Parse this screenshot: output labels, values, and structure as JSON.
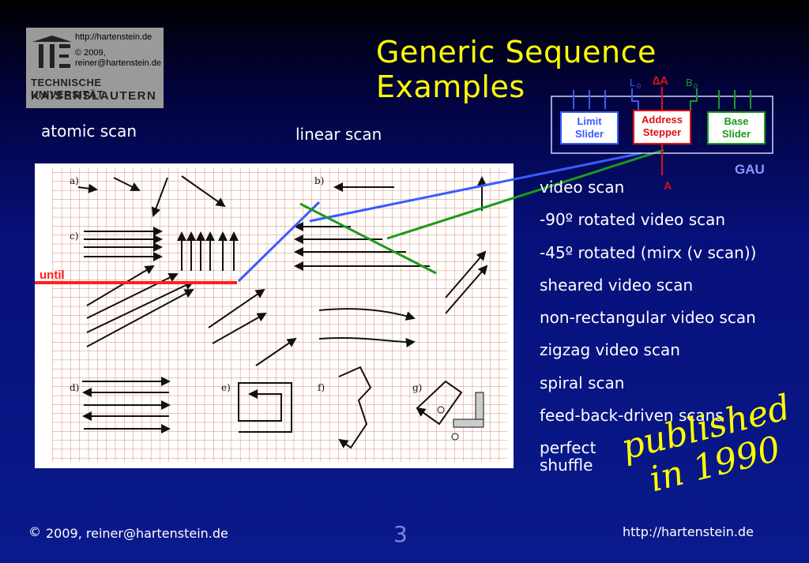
{
  "logo": {
    "url": "http://hartenstein.de",
    "copyright": "© 2009,",
    "email": "reiner@hartenstein.de",
    "university_line1": "TECHNISCHE UNIVERSITÄT",
    "university_line2": "KAISERSLAUTERN"
  },
  "title": "Generic Sequence Examples",
  "labels": {
    "atomic_scan": "atomic scan",
    "linear_scan": "linear scan",
    "until": "until"
  },
  "figure": {
    "panel_labels": [
      "a)",
      "b)",
      "c)",
      "d)",
      "e)",
      "f)",
      "g)"
    ]
  },
  "gau": {
    "l0": "L",
    "l0_sub": "0",
    "delta_a": "∆A",
    "b0": "B",
    "b0_sub": "0",
    "limit_slider": [
      "Limit",
      "Slider"
    ],
    "address_stepper": [
      "Address",
      "Stepper"
    ],
    "base_slider": [
      "Base",
      "Slider"
    ],
    "name": "GAU",
    "output": "A",
    "colors": {
      "blue": "#3a5bff",
      "red": "#e01010",
      "green": "#1b9a1b"
    }
  },
  "scan_list": [
    "video scan",
    "-90º rotated video scan",
    "-45º rotated (mirx (v scan))",
    "sheared video scan",
    "non-rectangular video scan",
    "zigzag video scan",
    "spiral scan",
    "feed-back-driven scans"
  ],
  "perfect_shuffle": [
    "perfect",
    "shuffle"
  ],
  "published": [
    "published",
    "in 1990"
  ],
  "footer": {
    "copyright_symbol": "©",
    "left": "2009, reiner@hartenstein.de",
    "page": "3",
    "right": "http://hartenstein.de"
  }
}
